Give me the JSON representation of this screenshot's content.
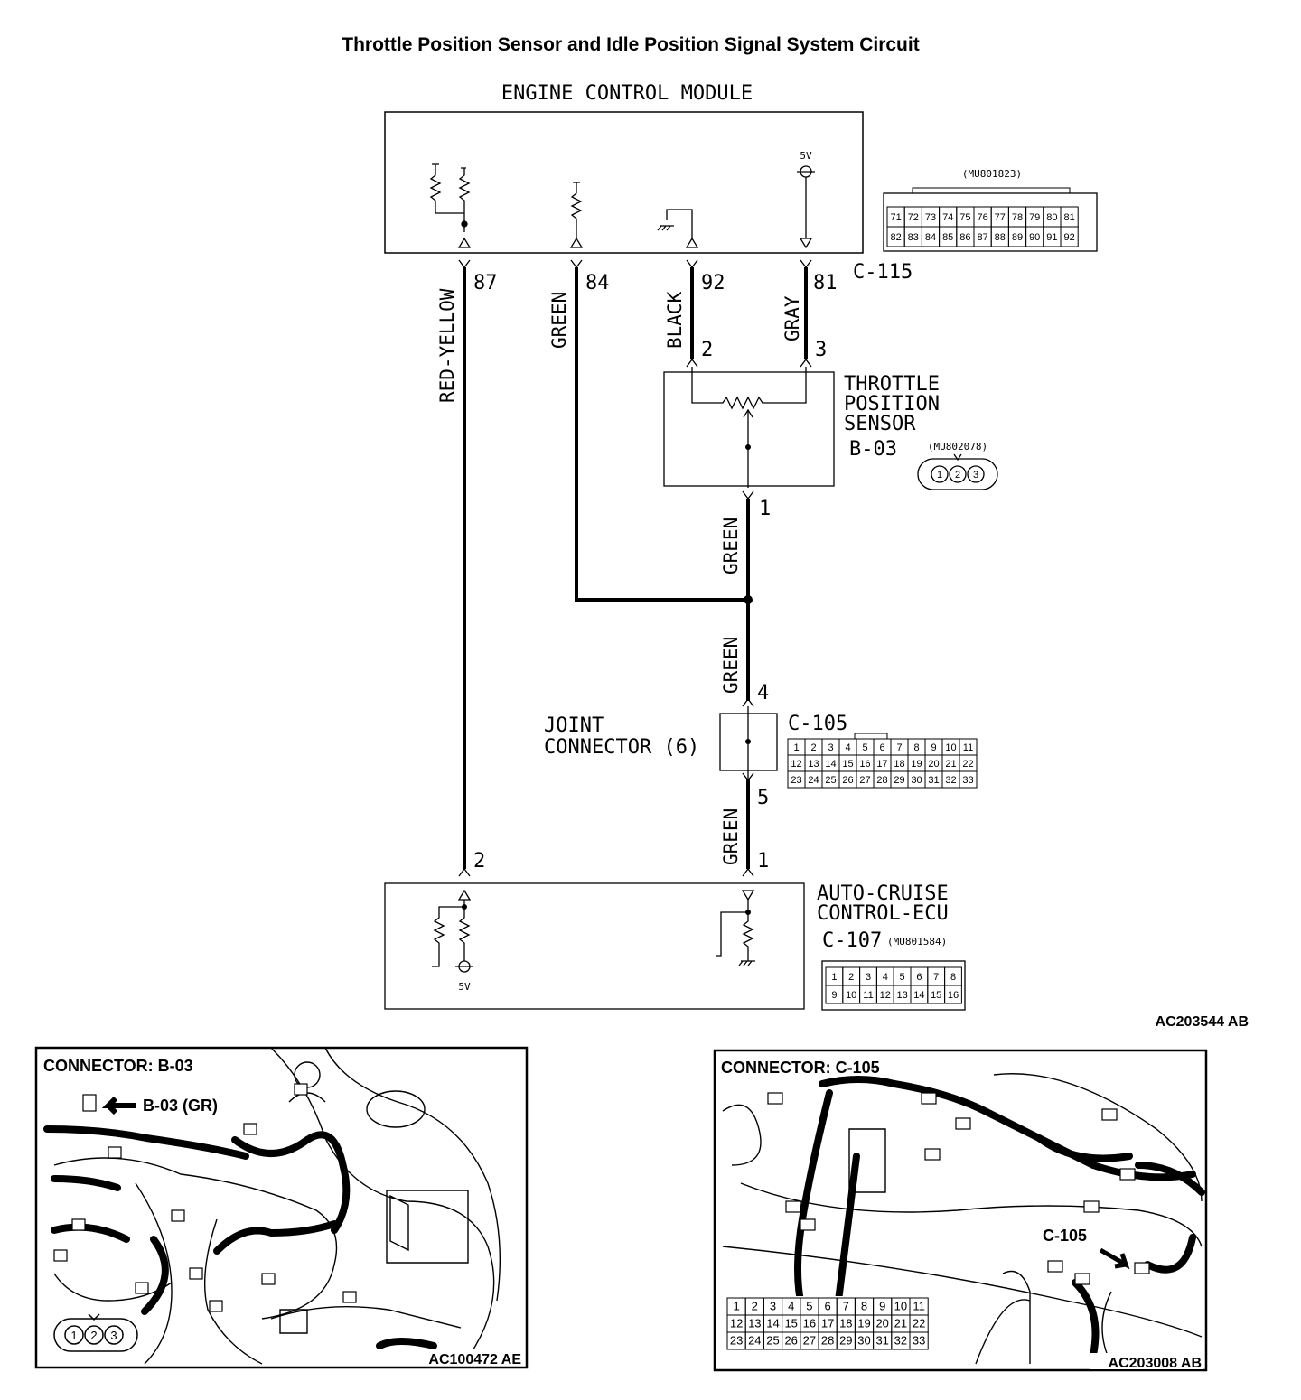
{
  "title": "Throttle Position Sensor and Idle Position Signal System Circuit",
  "ecm": {
    "label": "ENGINE CONTROL MODULE",
    "supply": "5V",
    "connector_id": "C-115",
    "part_no": "(MU801823)",
    "pins_row1": [
      "71",
      "72",
      "73",
      "74",
      "75",
      "76",
      "77",
      "78",
      "79",
      "80",
      "81"
    ],
    "pins_row2": [
      "82",
      "83",
      "84",
      "85",
      "86",
      "87",
      "88",
      "89",
      "90",
      "91",
      "92"
    ],
    "terminals": [
      "87",
      "84",
      "92",
      "81"
    ]
  },
  "wires": {
    "red_yellow": "RED-YELLOW",
    "green": "GREEN",
    "black": "BLACK",
    "gray": "GRAY"
  },
  "tps": {
    "label_lines": [
      "THROTTLE",
      "POSITION",
      "SENSOR"
    ],
    "connector_id": "B-03",
    "part_no": "(MU802078)",
    "pins": [
      "1",
      "2",
      "3"
    ],
    "terminals": [
      "2",
      "3",
      "1"
    ]
  },
  "joint": {
    "label_lines": [
      "JOINT",
      "CONNECTOR (6)"
    ],
    "connector_id": "C-105",
    "terminals": [
      "4",
      "5"
    ],
    "pins_row1": [
      "1",
      "2",
      "3",
      "4",
      "5",
      "6",
      "7",
      "8",
      "9",
      "10",
      "11"
    ],
    "pins_row2": [
      "12",
      "13",
      "14",
      "15",
      "16",
      "17",
      "18",
      "19",
      "20",
      "21",
      "22"
    ],
    "pins_row3": [
      "23",
      "24",
      "25",
      "26",
      "27",
      "28",
      "29",
      "30",
      "31",
      "32",
      "33"
    ]
  },
  "acc": {
    "label_lines": [
      "AUTO-CRUISE",
      "CONTROL-ECU"
    ],
    "connector_id": "C-107",
    "part_no": "(MU801584)",
    "supply": "5V",
    "terminals": [
      "2",
      "1"
    ],
    "pins_row1": [
      "1",
      "2",
      "3",
      "4",
      "5",
      "6",
      "7",
      "8"
    ],
    "pins_row2": [
      "9",
      "10",
      "11",
      "12",
      "13",
      "14",
      "15",
      "16"
    ]
  },
  "diagram_ref": "AC203544 AB",
  "panel_b03": {
    "title": "CONNECTOR: B-03",
    "callout": "B-03 (GR)",
    "pins": [
      "1",
      "2",
      "3"
    ],
    "ref": "AC100472 AE"
  },
  "panel_c105": {
    "title": "CONNECTOR: C-105",
    "callout": "C-105",
    "ref": "AC203008 AB",
    "pins_row1": [
      "1",
      "2",
      "3",
      "4",
      "5",
      "6",
      "7",
      "8",
      "9",
      "10",
      "11"
    ],
    "pins_row2": [
      "12",
      "13",
      "14",
      "15",
      "16",
      "17",
      "18",
      "19",
      "20",
      "21",
      "22"
    ],
    "pins_row3": [
      "23",
      "24",
      "25",
      "26",
      "27",
      "28",
      "29",
      "30",
      "31",
      "32",
      "33"
    ]
  }
}
